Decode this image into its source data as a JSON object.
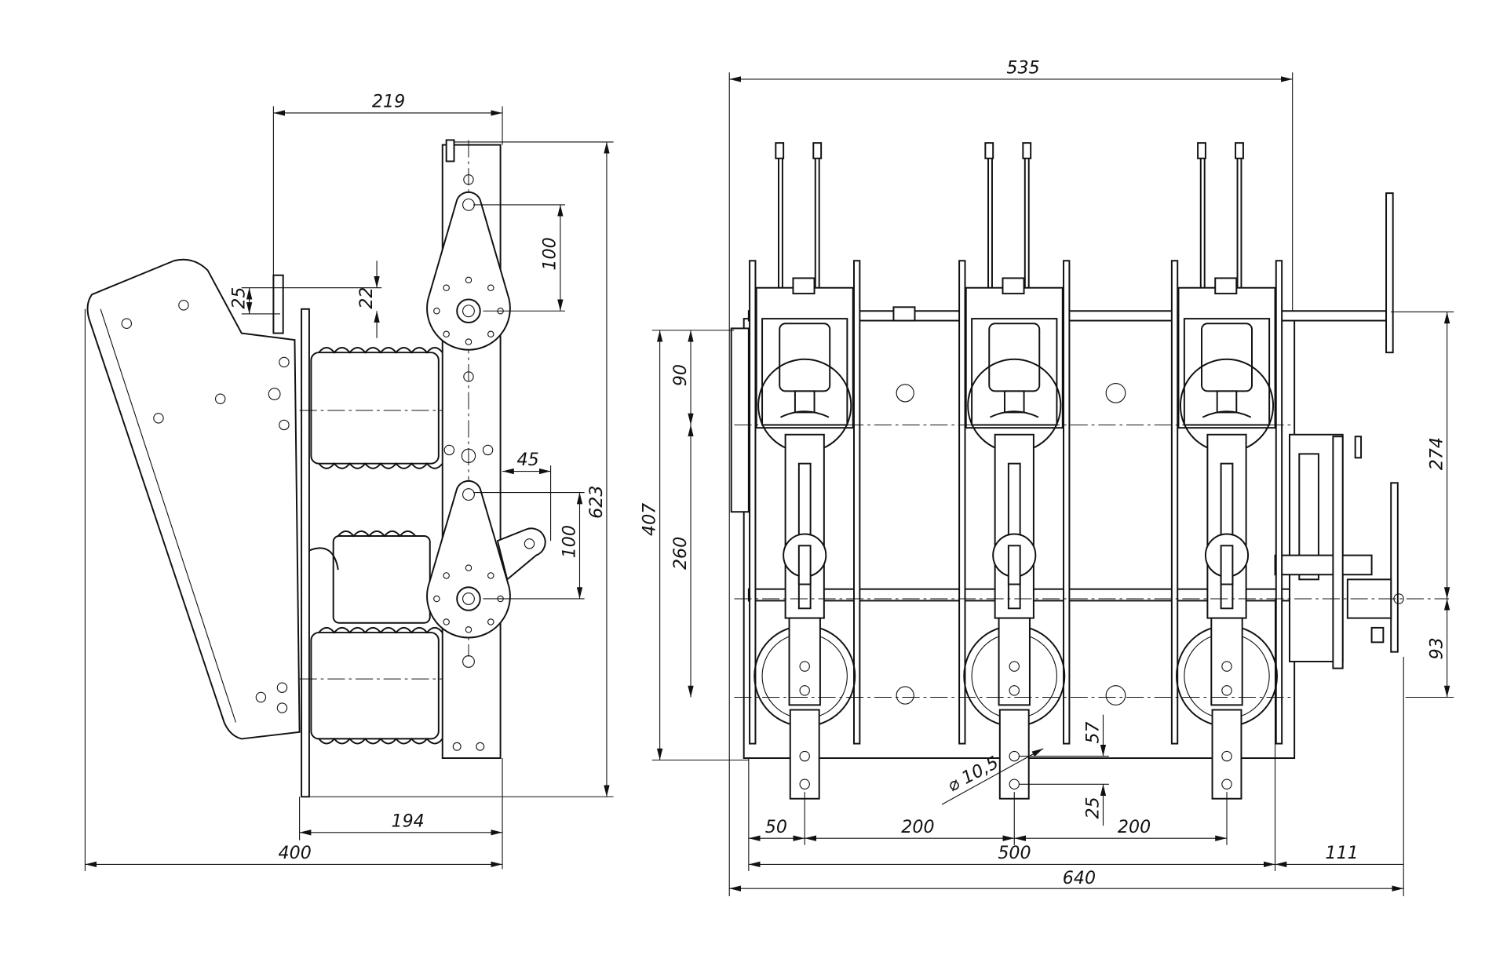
{
  "drawing": {
    "side_view": {
      "dimensions": {
        "overall_height_upper_width": "219",
        "bracket_offset": "25",
        "pivot_offset": "22",
        "upper_pivot_spacing": "100",
        "lever_offset": "45",
        "overall_height": "623",
        "lower_pivot_spacing": "100",
        "insulator_to_frame": "194",
        "overall_depth": "400"
      }
    },
    "front_view": {
      "dimensions": {
        "shaft_length": "535",
        "frame_height": "407",
        "top_to_shaft": "90",
        "shaft_to_bottom": "260",
        "shaft_to_drive": "274",
        "drive_to_bottom": "93",
        "terminal_hole_offset": "57",
        "hole_diameter": "⌀ 10,5",
        "terminal_hole_spacing": "25",
        "edge_to_pole": "50",
        "pole_pitch_1": "200",
        "pole_pitch_2": "200",
        "frame_width": "500",
        "drive_overhang": "111",
        "overall_width": "640"
      }
    }
  },
  "colors": {
    "line": "#111111",
    "background": "#ffffff"
  }
}
